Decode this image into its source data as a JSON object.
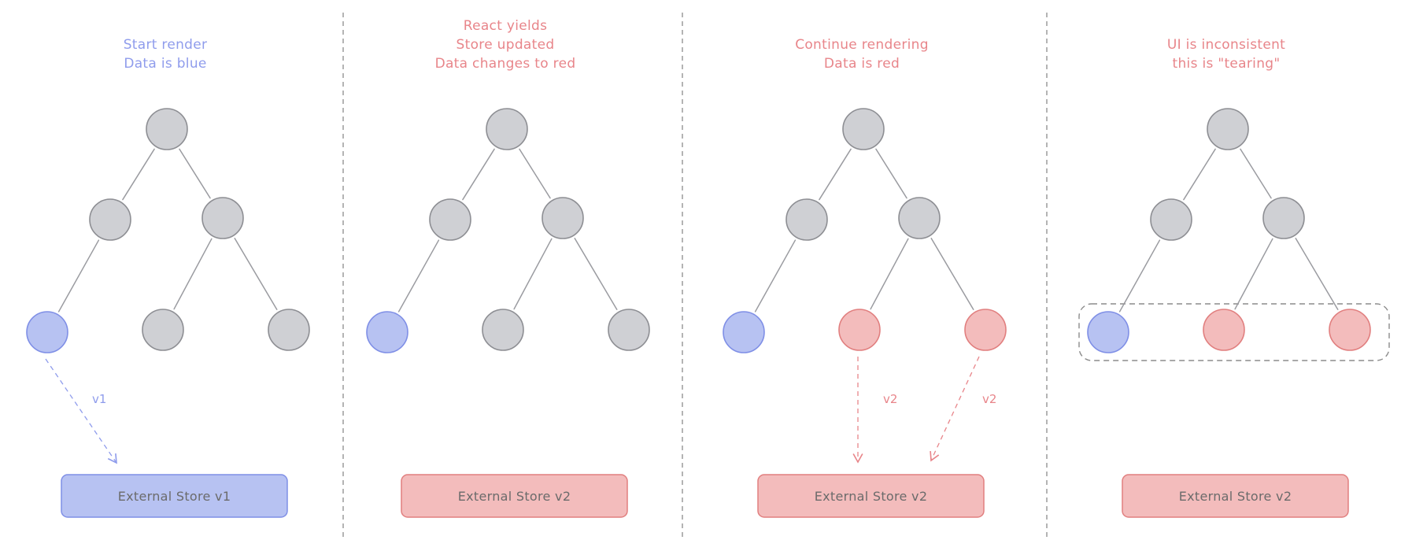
{
  "colors": {
    "gray_fill": "#cfd0d4",
    "gray_stroke": "#8d8e93",
    "blue_fill": "#b7c2f2",
    "blue_stroke": "#7f8fe6",
    "red_fill": "#f3bcbc",
    "red_stroke": "#e17f7f",
    "blue_text": "#8f9cec",
    "red_text": "#e8858a",
    "divider": "#8c8c8c"
  },
  "panels": [
    {
      "caption_lines": [
        "Start render",
        "Data is blue"
      ],
      "caption_color": "blue",
      "node_states": [
        "gray",
        "gray",
        "gray",
        "blue",
        "gray",
        "gray"
      ],
      "store": {
        "label": "External Store v1",
        "color": "blue"
      },
      "arrows": [
        {
          "from_leaf": 0,
          "label": "v1",
          "color": "blue"
        }
      ],
      "inconsistency_box": false
    },
    {
      "caption_lines": [
        "React yields",
        "Store updated",
        "Data changes to red"
      ],
      "caption_color": "red",
      "node_states": [
        "gray",
        "gray",
        "gray",
        "blue",
        "gray",
        "gray"
      ],
      "store": {
        "label": "External Store v2",
        "color": "red"
      },
      "arrows": [],
      "inconsistency_box": false
    },
    {
      "caption_lines": [
        "Continue rendering",
        "Data is red"
      ],
      "caption_color": "red",
      "node_states": [
        "gray",
        "gray",
        "gray",
        "blue",
        "red",
        "red"
      ],
      "store": {
        "label": "External Store v2",
        "color": "red"
      },
      "arrows": [
        {
          "from_leaf": 1,
          "label": "v2",
          "color": "red"
        },
        {
          "from_leaf": 2,
          "label": "v2",
          "color": "red"
        }
      ],
      "inconsistency_box": false
    },
    {
      "caption_lines": [
        "UI is inconsistent",
        "this is \"tearing\""
      ],
      "caption_color": "red",
      "node_states": [
        "gray",
        "gray",
        "gray",
        "blue",
        "red",
        "red"
      ],
      "store": {
        "label": "External Store v2",
        "color": "red"
      },
      "arrows": [],
      "inconsistency_box": true
    }
  ]
}
